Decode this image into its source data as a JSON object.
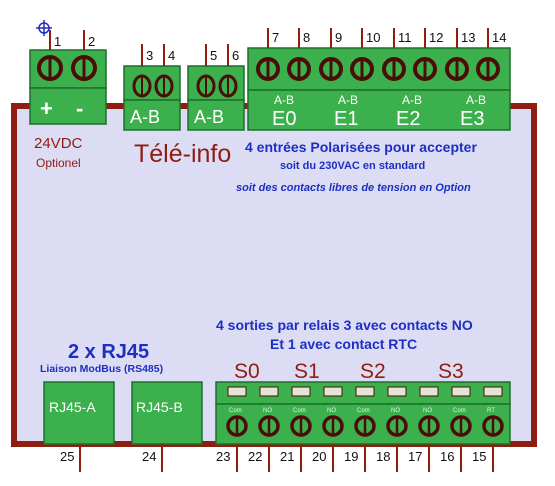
{
  "power": {
    "plus": "+",
    "minus": "-",
    "voltage": "24VDC",
    "note": "Optionel"
  },
  "teleinfo": {
    "title": "Télé-info",
    "ab_left": "A-B",
    "ab_right": "A-B"
  },
  "inputs": {
    "labels": [
      {
        "ab": "A-B",
        "name": "E0"
      },
      {
        "ab": "A-B",
        "name": "E1"
      },
      {
        "ab": "A-B",
        "name": "E2"
      },
      {
        "ab": "A-B",
        "name": "E3"
      }
    ],
    "line1": "4 entrées Polarisées pour accepter",
    "line2": "soit du 230VAC en standard",
    "line3": "soit des contacts libres de tension en Option"
  },
  "outputs": {
    "line1": "4 sorties par relais 3 avec contacts NO",
    "line2": "Et 1 avec contact RTC",
    "relays": [
      "S0",
      "S1",
      "S2",
      "S3"
    ],
    "terminal_labels": [
      "Com",
      "NO",
      "Com",
      "NO",
      "Com",
      "NO",
      "NO",
      "Com",
      "RT"
    ]
  },
  "rj45": {
    "title": "2 x RJ45",
    "subtitle": "Liaison ModBus (RS485)",
    "a": "RJ45-A",
    "b": "RJ45-B"
  },
  "pins": {
    "top": [
      "1",
      "2",
      "3",
      "4",
      "5",
      "6",
      "7",
      "8",
      "9",
      "10",
      "11",
      "12",
      "13",
      "14"
    ],
    "bottom_relays": [
      "23",
      "22",
      "21",
      "20",
      "19",
      "18",
      "17",
      "16",
      "15"
    ],
    "bottom_rj45": [
      "25",
      "24"
    ]
  },
  "colors": {
    "board": "#dcdcf4",
    "border": "#8e1d12",
    "connector": "#3cb04c",
    "connector_edge": "#1f6e2c",
    "text_blue": "#1c2fc2",
    "text_red": "#8e1d12"
  }
}
